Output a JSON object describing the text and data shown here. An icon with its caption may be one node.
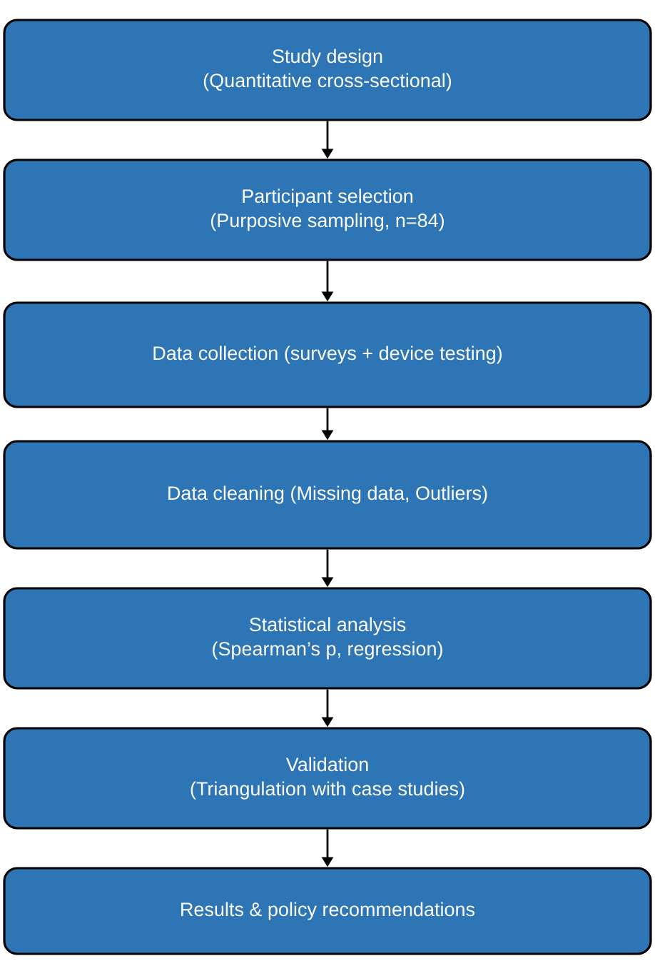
{
  "diagram": {
    "nodes": [
      {
        "text": [
          "Study design",
          "(Quantitative cross-sectional)"
        ]
      },
      {
        "text": [
          "Participant selection",
          "(Purposive sampling, n=84)"
        ]
      },
      {
        "text": [
          "Data collection (surveys + device testing)"
        ]
      },
      {
        "text": [
          "Data cleaning (Missing data, Outliers)"
        ]
      },
      {
        "text": [
          "Statistical analysis",
          "(Spearman’s p, regression)"
        ]
      },
      {
        "text": [
          "Validation",
          "(Triangulation with case studies)"
        ]
      },
      {
        "text": [
          "Results & policy recommendations"
        ]
      }
    ],
    "edges": [
      {
        "from": 0,
        "to": 1,
        "arrow": "to"
      },
      {
        "from": 1,
        "to": 2,
        "arrow": "to"
      },
      {
        "from": 2,
        "to": 3,
        "arrow": "to"
      },
      {
        "from": 3,
        "to": 4,
        "arrow": "to"
      },
      {
        "from": 4,
        "to": 5,
        "arrow": "to"
      },
      {
        "from": 5,
        "to": 6,
        "arrow": "to"
      }
    ]
  }
}
